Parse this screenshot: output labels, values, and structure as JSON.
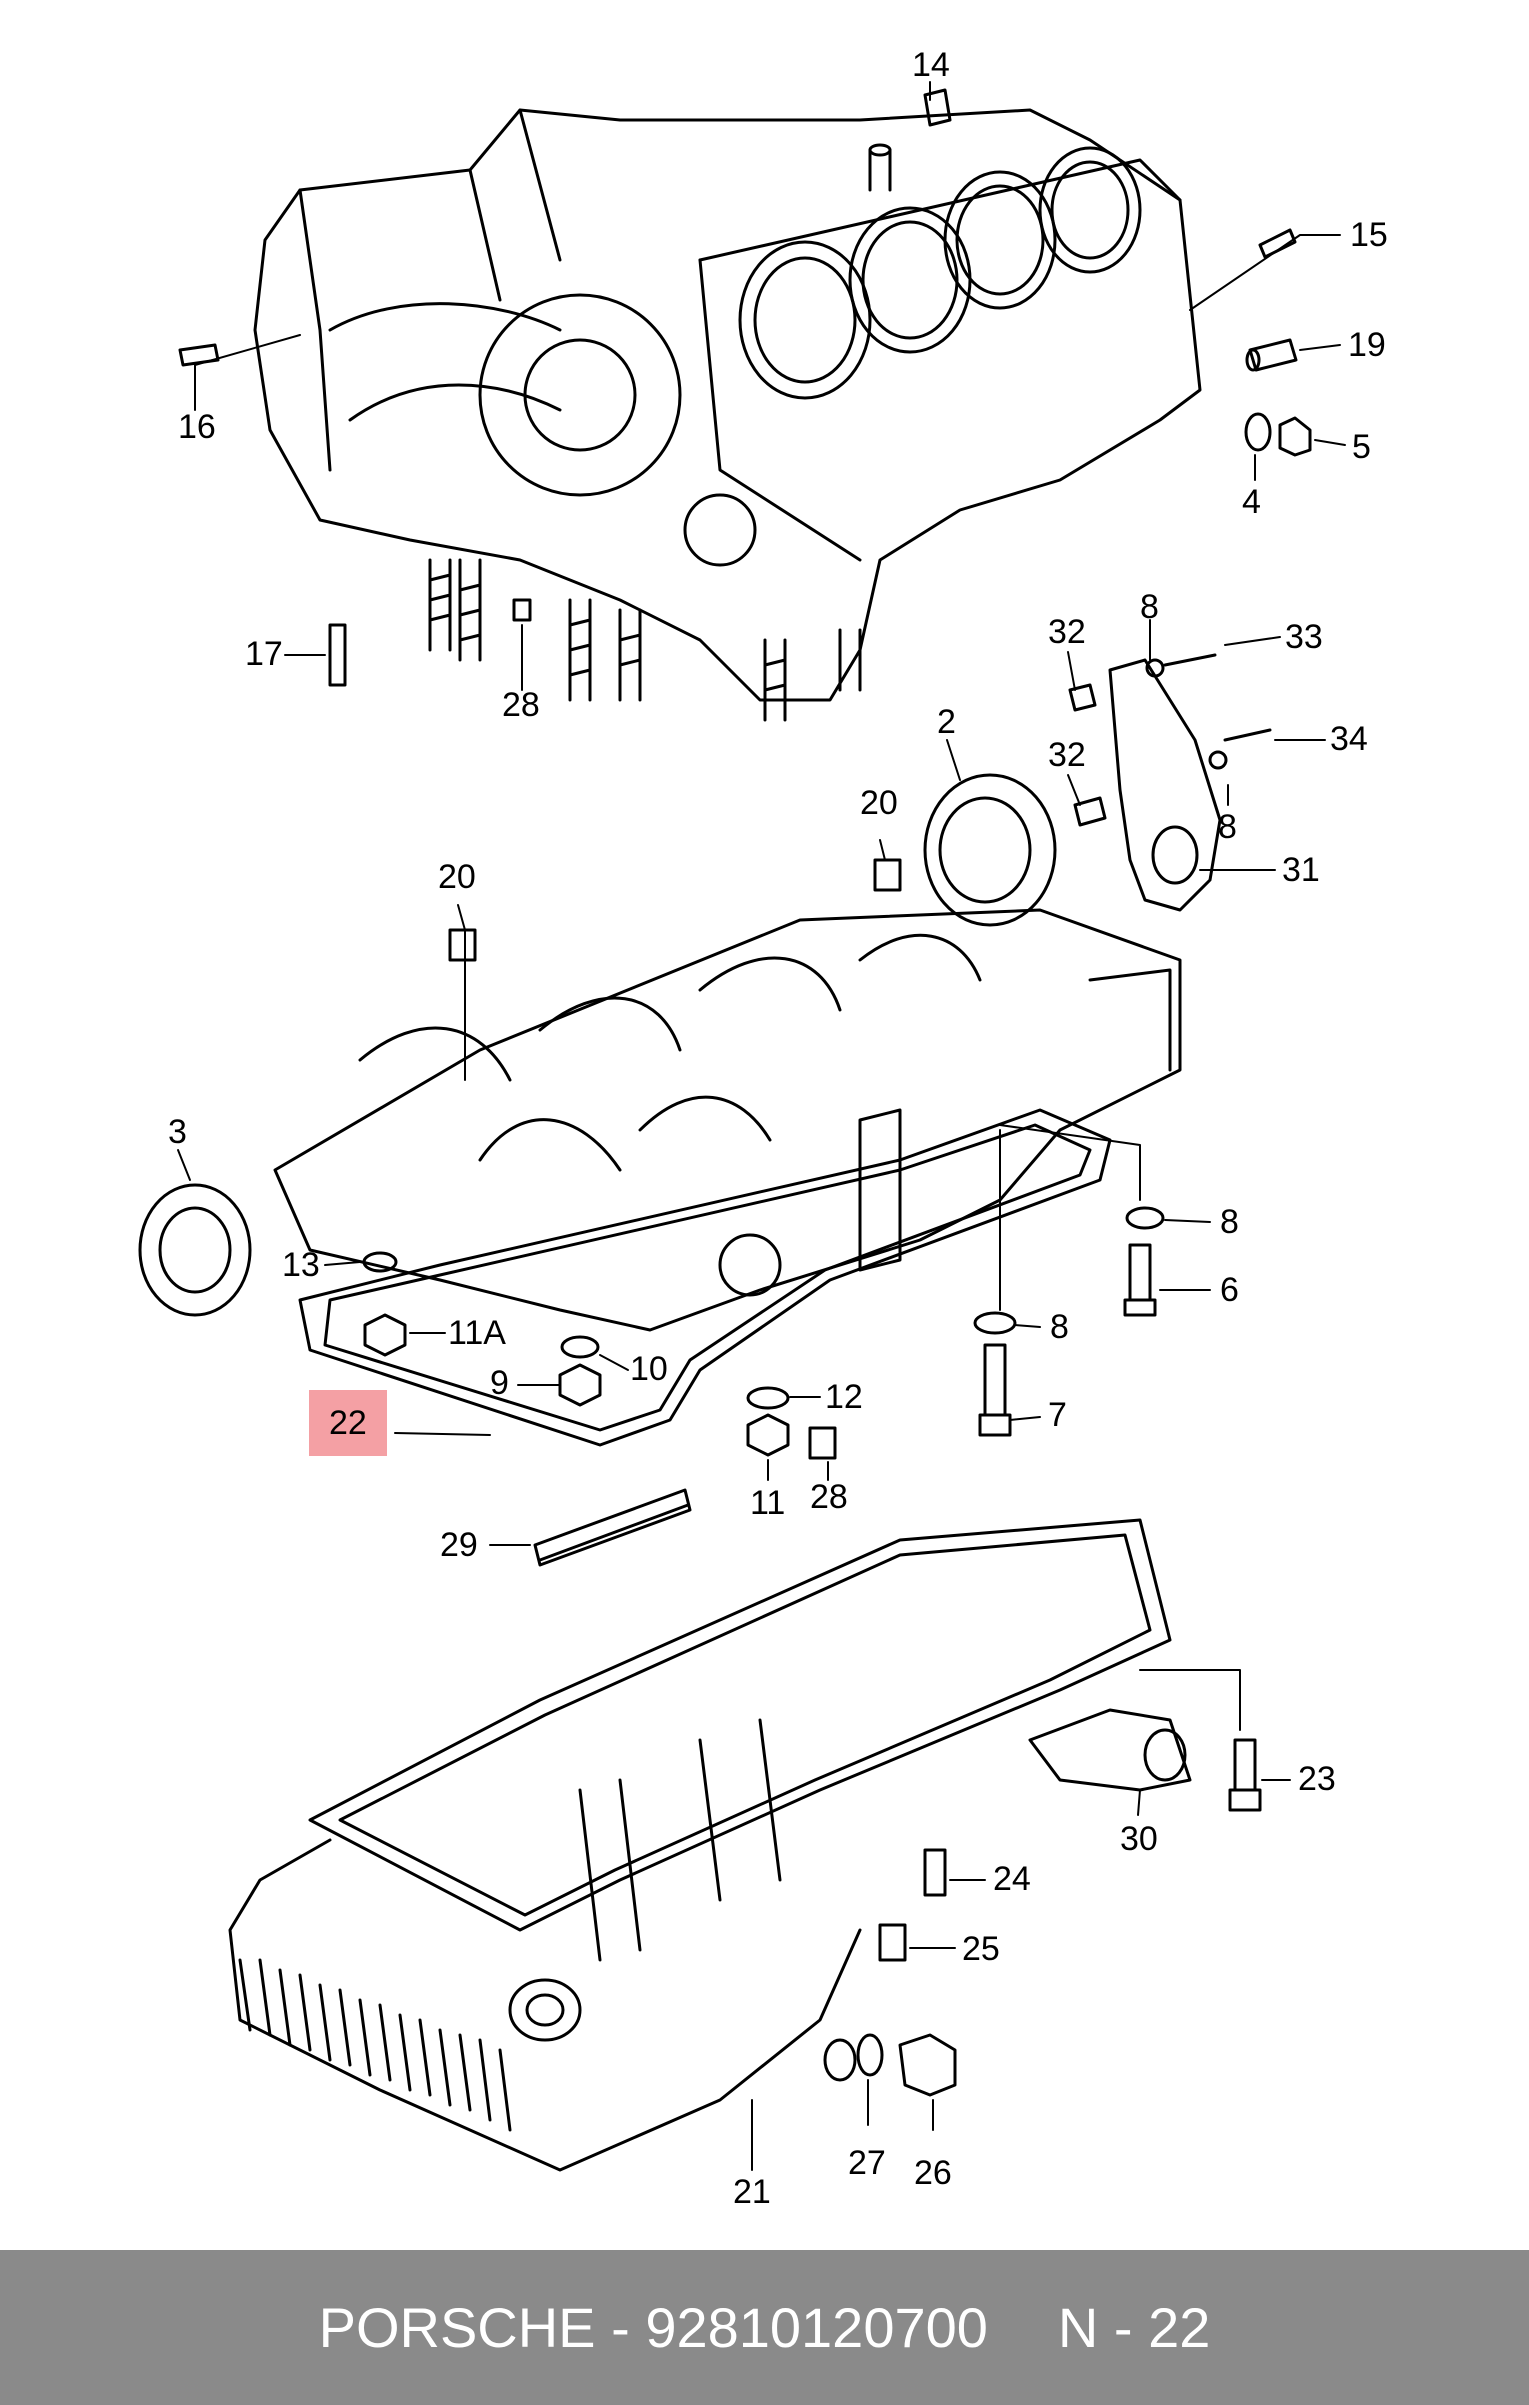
{
  "diagram": {
    "callouts": [
      "14",
      "15",
      "19",
      "5",
      "4",
      "16",
      "17",
      "28",
      "33",
      "8",
      "32",
      "34",
      "8",
      "32",
      "31",
      "2",
      "20",
      "20",
      "3",
      "13",
      "11A",
      "10",
      "9",
      "8",
      "6",
      "8",
      "7",
      "12",
      "11",
      "28",
      "22",
      "29",
      "23",
      "30",
      "24",
      "25",
      "21",
      "27",
      "26"
    ],
    "highlighted_callout": "22",
    "highlight_color": "#f4a0a4"
  },
  "footer": {
    "brand": "PORSCHE",
    "separator": "-",
    "part_number": "92810120700",
    "ref": "N - 22",
    "background": "#8a8a8a"
  }
}
